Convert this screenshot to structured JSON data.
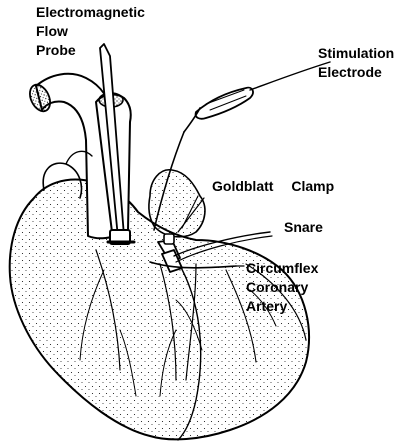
{
  "labels": {
    "flow_probe": [
      "Electromagnetic",
      "Flow",
      "Probe"
    ],
    "stimulation_electrode": [
      "Stimulation",
      "Electrode"
    ],
    "goldblatt_clamp": [
      "Goldblatt",
      "Clamp"
    ],
    "snare": "Snare",
    "circumflex": [
      "Circumflex",
      "Coronary",
      "Artery"
    ]
  }
}
